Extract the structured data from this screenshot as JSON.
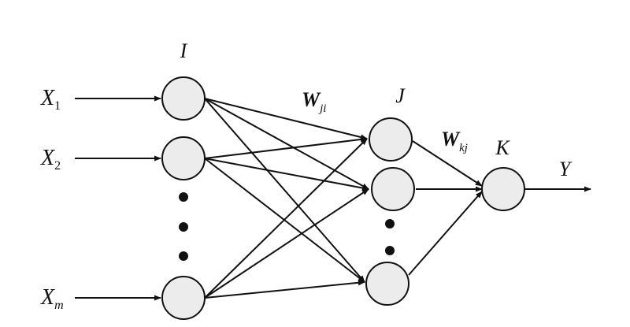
{
  "labels": {
    "input_layer": "I",
    "hidden_layer": "J",
    "output_layer": "K",
    "weight_ji_main": "W",
    "weight_ji_sub": "ji",
    "weight_kj_main": "W",
    "weight_kj_sub": "kj",
    "output": "Y"
  },
  "inputs": [
    {
      "main": "X",
      "sub": "1"
    },
    {
      "main": "X",
      "sub": "2"
    },
    {
      "main": "X",
      "sub": "m"
    }
  ],
  "colors": {
    "node_fill": "#ececec",
    "stroke": "#111111",
    "background": "#ffffff"
  }
}
